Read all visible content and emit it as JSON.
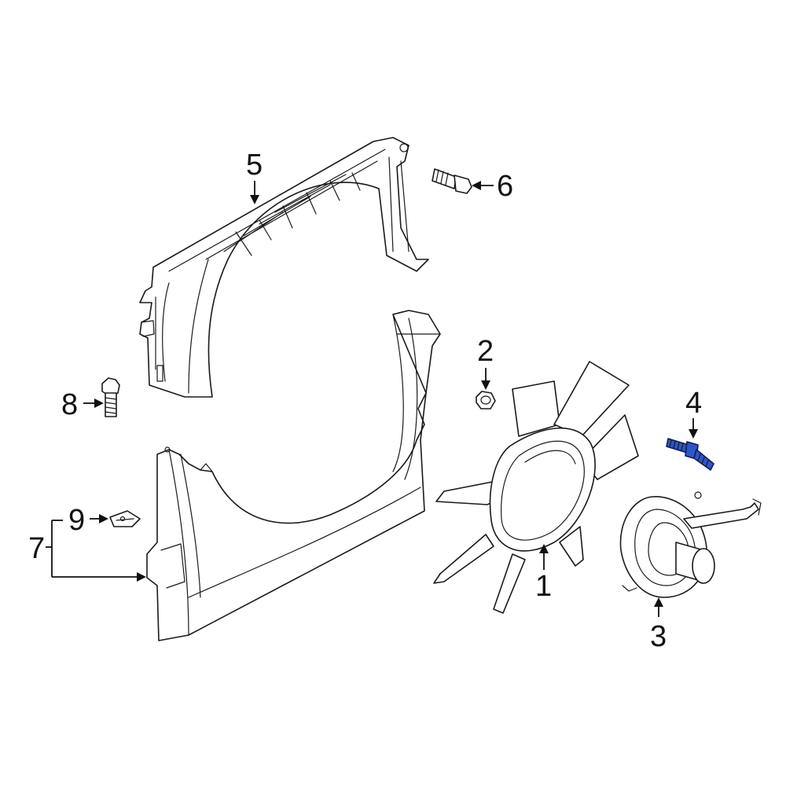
{
  "colors": {
    "line": "#1a1a1a",
    "background": "#ffffff",
    "highlight": "#2f55c8"
  },
  "callouts": {
    "c1": "1",
    "c2": "2",
    "c3": "3",
    "c4": "4",
    "c5": "5",
    "c6": "6",
    "c7": "7",
    "c8": "8",
    "c9": "9"
  },
  "highlighted_part": "4"
}
